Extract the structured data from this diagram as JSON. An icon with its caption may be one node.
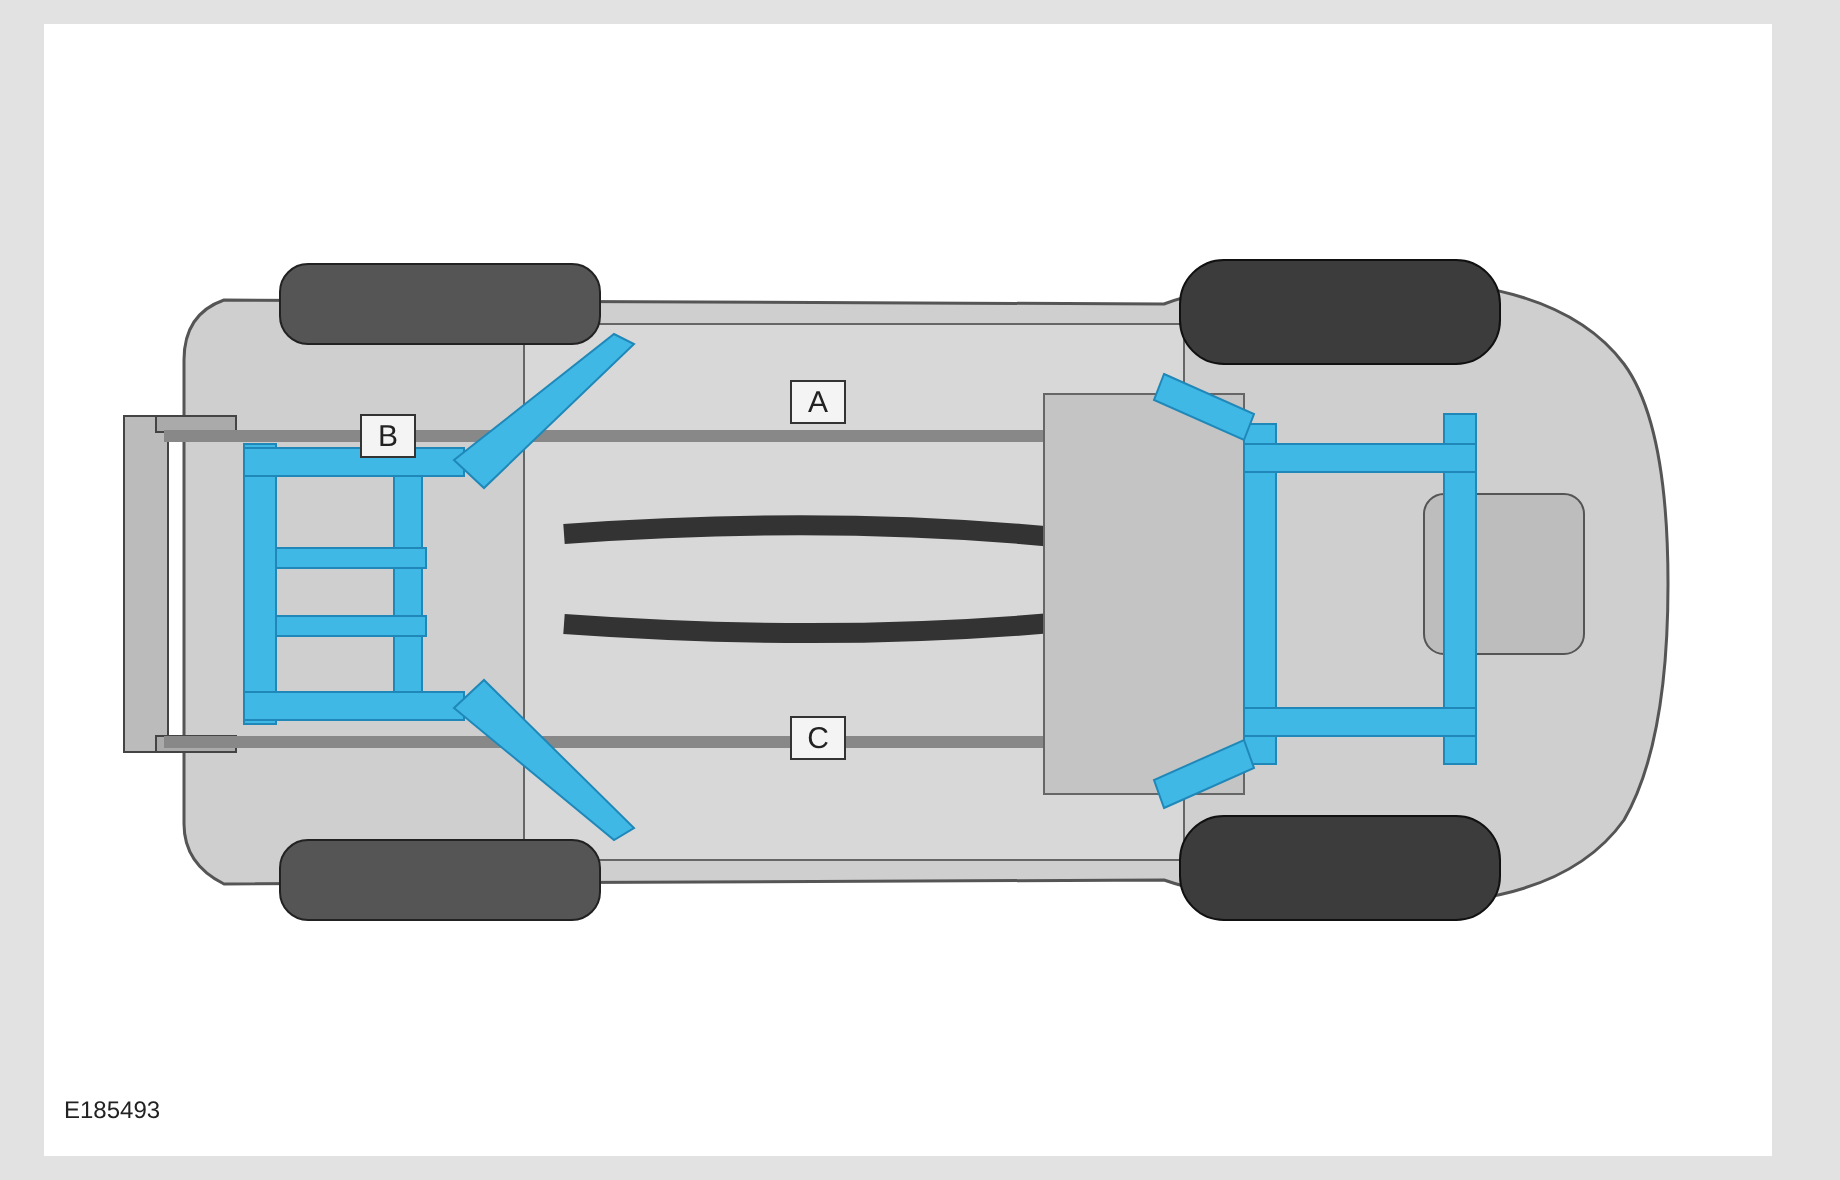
{
  "diagram": {
    "labels": [
      "A",
      "B",
      "C",
      "E185493"
    ]
  }
}
